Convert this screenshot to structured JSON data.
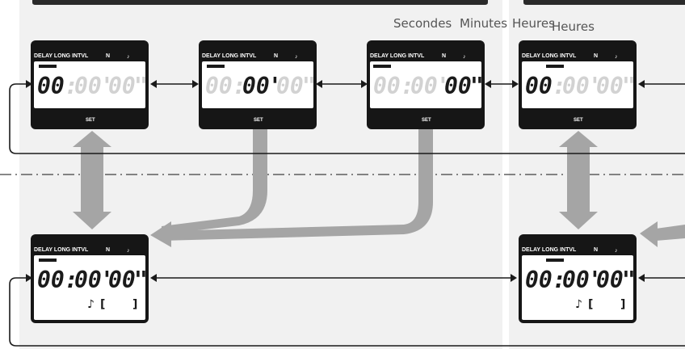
{
  "captions": {
    "secondes": "Secondes",
    "minutes": "Minutes",
    "heures_a": "Heures",
    "heures_b": "Heures"
  },
  "lcd": {
    "header_left": "DELAY LONG INTVL",
    "header_n": "N",
    "note_icon": "♪",
    "set_label": "SET",
    "hours": "00",
    "minutes": "00",
    "seconds": "00",
    "min_mark": "'",
    "sec_mark": "\"",
    "colon": ":",
    "bottom_note": "♪",
    "bracket_open": "[",
    "bracket_close": "]"
  },
  "colors": {
    "lcd_frame": "#161616",
    "segment_active": "#1a1a1a",
    "segment_inactive": "#d2d2d2",
    "flow_arrow": "#a5a5a5",
    "panel_bg": "#f1f1f1"
  }
}
